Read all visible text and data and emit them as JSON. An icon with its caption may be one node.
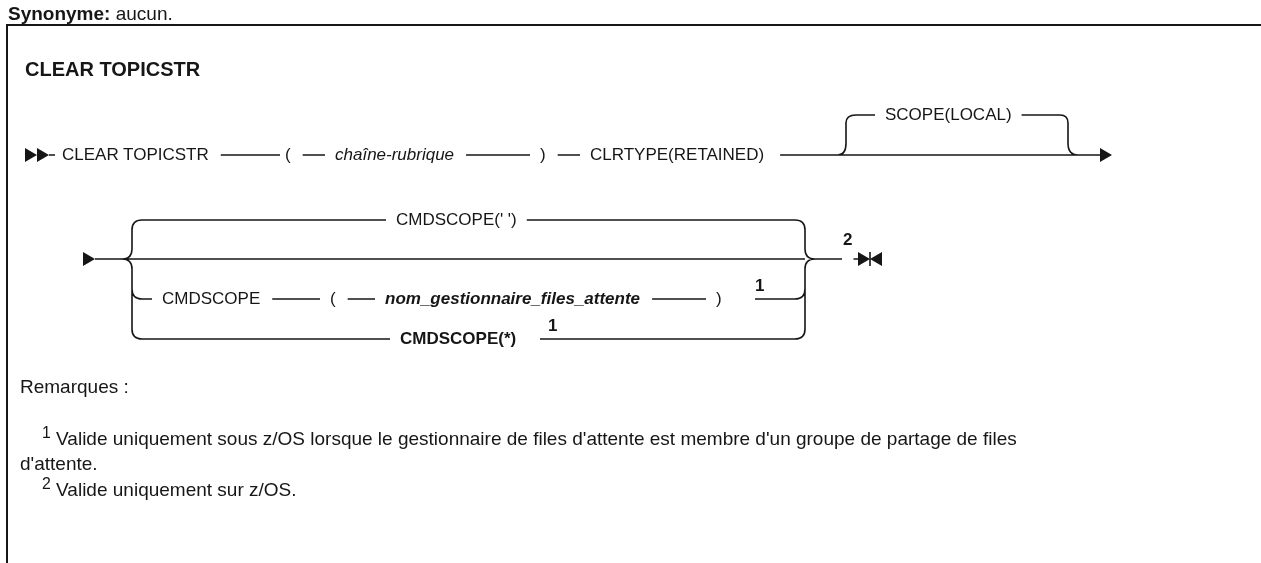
{
  "diagram": {
    "title": "CLEAR TOPICSTR",
    "labels": [
      "**Synonyme:** aucun.",
      "CLEAR TOPICSTR",
      "(",
      "chaîne-rubrique",
      ")",
      "CLRTYPE(RETAINED)",
      "SCOPE(LOCAL)",
      "CMDSCOPE(' ')",
      "2",
      "CMDSCOPE",
      "(",
      "nom_gestionnaire_files_attente",
      ")",
      "1",
      "CMDSCOPE(*)",
      "1",
      "Remarques :",
      "$^{1}$ Valide uniquement sous z/OS lorsque le gestionnaire de files d'attente est membre d'un groupe de partage de files d'attente.",
      "$^{2}$ Valide uniquement sur z/OS."
    ]
  }
}
